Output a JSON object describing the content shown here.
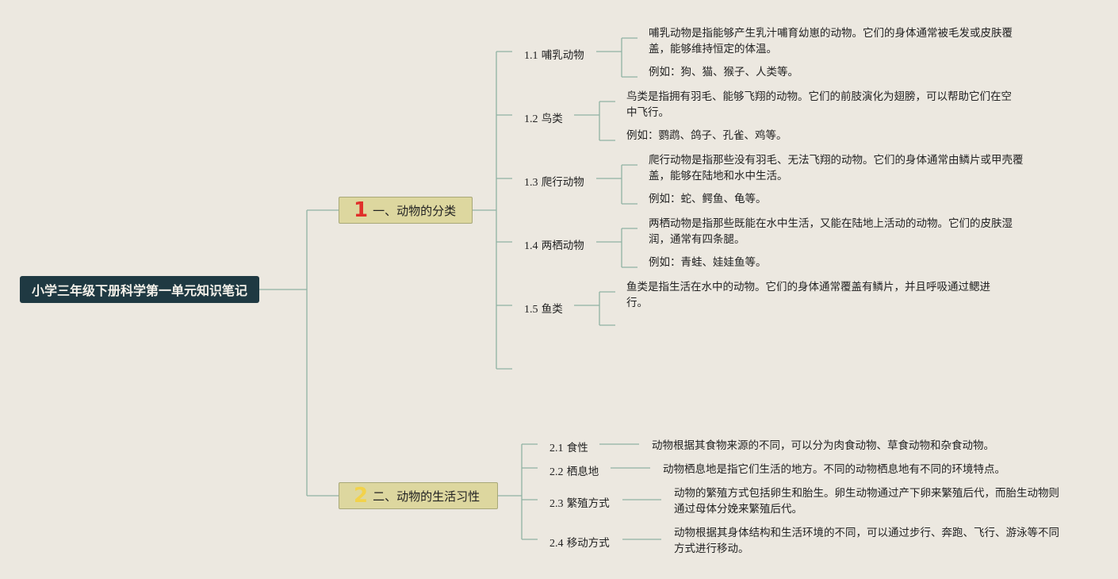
{
  "root": {
    "title": "小学三年级下册科学第一单元知识笔记"
  },
  "colors": {
    "line": "#8fb2a3",
    "root_bg": "#1f3942",
    "branch_bg": "#ddd79f",
    "num1": "#e0302a",
    "num2": "#f2d24a"
  },
  "branches": [
    {
      "num": "1",
      "label": "一、动物的分类",
      "children": [
        {
          "num": "1.1",
          "label": "哺乳动物",
          "notes": [
            "哺乳动物是指能够产生乳汁哺育幼崽的动物。它们的身体通常被毛发或皮肤覆盖，能够维持恒定的体温。",
            "例如：狗、猫、猴子、人类等。"
          ]
        },
        {
          "num": "1.2",
          "label": "鸟类",
          "notes": [
            "鸟类是指拥有羽毛、能够飞翔的动物。它们的前肢演化为翅膀，可以帮助它们在空中飞行。",
            "例如：鹦鹉、鸽子、孔雀、鸡等。"
          ]
        },
        {
          "num": "1.3",
          "label": "爬行动物",
          "notes": [
            "爬行动物是指那些没有羽毛、无法飞翔的动物。它们的身体通常由鳞片或甲壳覆盖，能够在陆地和水中生活。",
            "例如：蛇、鳄鱼、龟等。"
          ]
        },
        {
          "num": "1.4",
          "label": "两栖动物",
          "notes": [
            "两栖动物是指那些既能在水中生活，又能在陆地上活动的动物。它们的皮肤湿润，通常有四条腿。",
            "例如：青蛙、娃娃鱼等。"
          ]
        },
        {
          "num": "1.5",
          "label": "鱼类",
          "notes": [
            "鱼类是指生活在水中的动物。它们的身体通常覆盖有鳞片，并且呼吸通过鳃进行。"
          ]
        }
      ]
    },
    {
      "num": "2",
      "label": "二、动物的生活习性",
      "children": [
        {
          "num": "2.1",
          "label": "食性",
          "notes": [
            "动物根据其食物来源的不同，可以分为肉食动物、草食动物和杂食动物。"
          ]
        },
        {
          "num": "2.2",
          "label": "栖息地",
          "notes": [
            "动物栖息地是指它们生活的地方。不同的动物栖息地有不同的环境特点。"
          ]
        },
        {
          "num": "2.3",
          "label": "繁殖方式",
          "notes": [
            "动物的繁殖方式包括卵生和胎生。卵生动物通过产下卵来繁殖后代，而胎生动物则通过母体分娩来繁殖后代。"
          ]
        },
        {
          "num": "2.4",
          "label": "移动方式",
          "notes": [
            "动物根据其身体结构和生活环境的不同，可以通过步行、奔跑、飞行、游泳等不同方式进行移动。"
          ]
        }
      ]
    }
  ]
}
